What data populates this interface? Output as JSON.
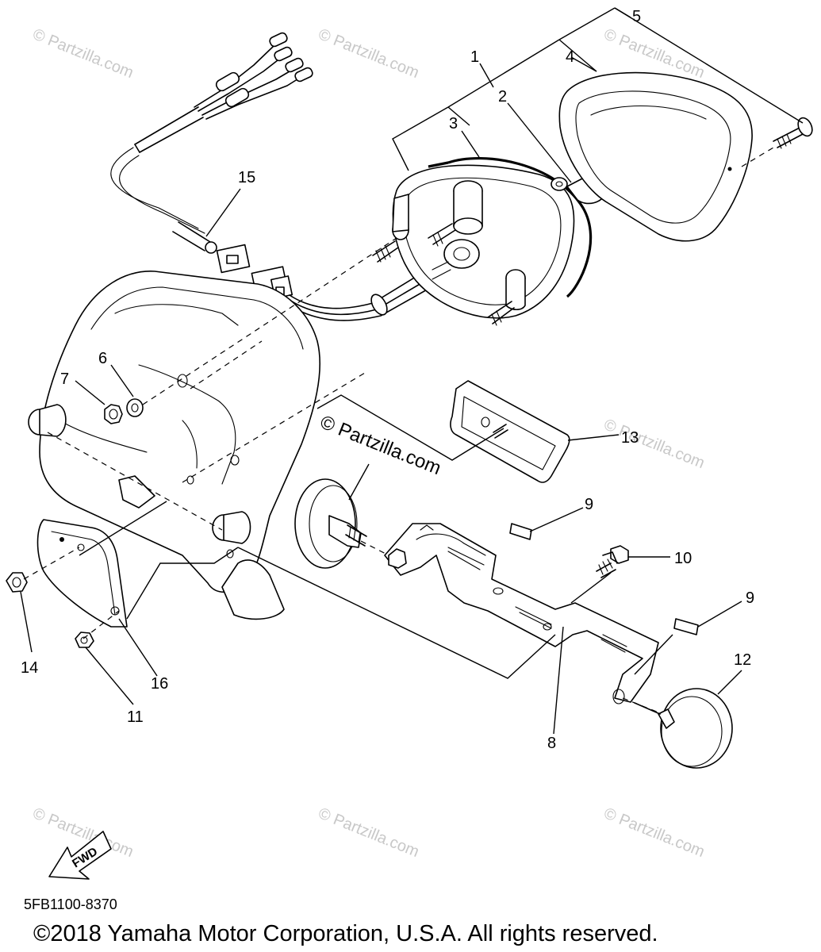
{
  "diagram": {
    "callouts": [
      "1",
      "2",
      "3",
      "4",
      "5",
      "6",
      "7",
      "8",
      "9",
      "9",
      "10",
      "11",
      "12",
      "13",
      "14",
      "15",
      "16"
    ],
    "watermark": "© Partzilla.com",
    "fwd_label": "FWD",
    "part_code": "5FB1100-8370",
    "copyright": "©2018  Yamaha Motor Corporation, U.S.A. All rights reserved."
  }
}
